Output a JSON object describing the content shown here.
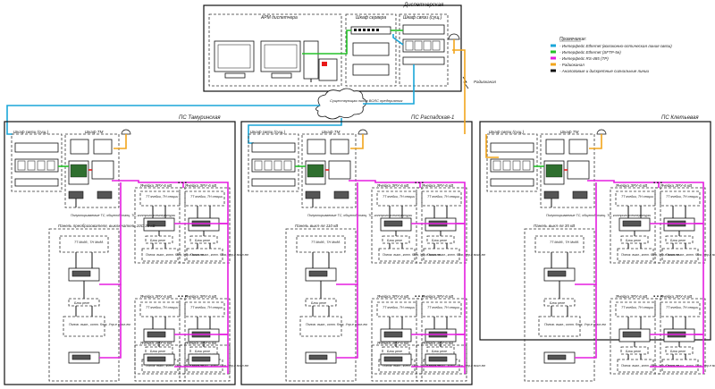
{
  "dispatcher": {
    "title": "Диспетчерская",
    "arm": "АРМ диспетчера",
    "server_cabinet": "Шкаф сервера",
    "comm_cabinet": "Шкаф связи (сущ.)"
  },
  "legend": {
    "heading": "Примечание:",
    "items": [
      {
        "color": "#1aa6d9",
        "text": "- Интерфейс Ethernet (волоконно-оптическая линия связи)"
      },
      {
        "color": "#25c22a",
        "text": "- Интерфейс Ethernet (SFTP-5e)"
      },
      {
        "color": "#e51ee0",
        "text": "- Интерфейс RS-485 (TP)"
      },
      {
        "color": "#f2a51c",
        "text": "- Радиоканал"
      },
      {
        "color": "#111111",
        "text": "- Аналоговые и дискретные сигнальные линии"
      }
    ]
  },
  "radio_label": "Радиоканал",
  "cloud_label": "Существующая линия ВОЛС предприятия",
  "substations": [
    {
      "title": "ПС Тамуринская",
      "comm": "Шкаф связи (сущ.)",
      "tm": "Шкаф ТМ",
      "control_note": "Полуоткрываемые ТС, общеподстанц. ТС, контроль температуры",
      "panel_title": "Панель преобразователя, выключатель 10С 35 кВ",
      "bays": [
        "Ячейка ЗРУ-6 кВ",
        "Ячейка ЗРУ-6 кВ",
        "Ячейка ЗРУ-6 кВ",
        "Ячейка ЗРУ-6 кВ",
        "Ячейка ЗРУ-6 кВ",
        "Ячейка ЗРУ-6 кВ"
      ]
    },
    {
      "title": "ПС Распадская-1",
      "comm": "Шкаф связи (сущ.)",
      "tm": "Шкаф ТМ",
      "control_note": "Полуоткрываемые ТС, общеподстанц. ТС, контроль температуры",
      "panel_title": "Панель выкл-ля 110 кВ",
      "bays": [
        "Ячейка ЗРУ-6 кВ",
        "Ячейка ЗРУ-6 кВ",
        "Ячейка ЗРУ-6 кВ",
        "Ячейка ЗРУ-6 кВ",
        "Ячейка ЗРУ-6 кВ",
        "Ячейка ЗРУ-6 кВ"
      ]
    },
    {
      "title": "ПС Клетьевая",
      "comm": "Шкаф связи (сущ.)",
      "tm": "Шкаф ТМ",
      "control_note": "Полуоткрываемые ТС, общеподстанц. ТС, контроль температуры",
      "panel_title": "Панель выкл-ля 35 кВ",
      "bays": [
        "Ячейка ЗРУ-6 кВ",
        "Ячейка ЗРУ-6 кВ",
        "Ячейка ЗРУ-6 кВ",
        "Ячейка ЗРУ-6 кВ"
      ]
    }
  ],
  "module_labels": {
    "tt": "ТТ ячейки, ТН секции",
    "relay": "Блок реле",
    "pos": "Полож. выкл., конт. блок, Упр-е выкл-ем",
    "tt_mod": "ТТ Модд., ТН Модд."
  }
}
